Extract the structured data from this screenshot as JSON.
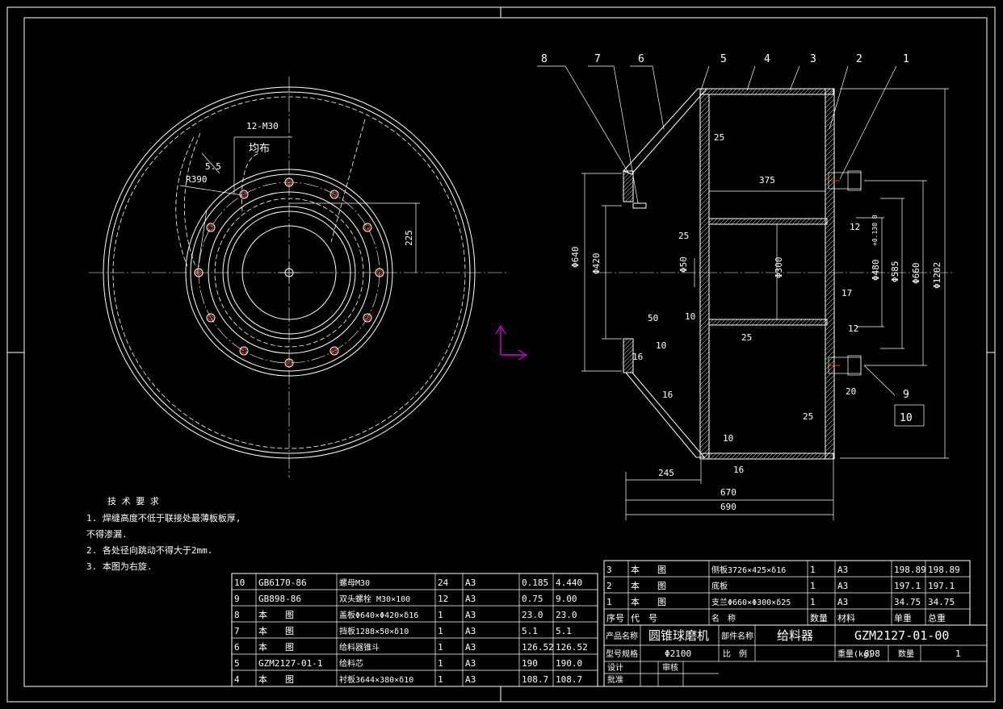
{
  "front_view": {
    "callout_holes": "12-M30",
    "callout_even": "均布",
    "radius": "R390",
    "weld": "5.5",
    "dim_225": "225"
  },
  "section_view": {
    "balloons": [
      "8",
      "7",
      "6",
      "5",
      "4",
      "3",
      "2",
      "1"
    ],
    "balloon_9": "9",
    "balloon_10": "10",
    "dims": {
      "d25a": "25",
      "d375": "375",
      "d25b": "25",
      "d50": "50",
      "d10a": "10",
      "d16a": "16",
      "d16b": "16",
      "d245": "245",
      "d670": "670",
      "d690": "690",
      "d10b": "10",
      "d16c": "16",
      "d17": "17",
      "d20": "20",
      "d25c": "25",
      "d25d": "25",
      "d10c": "10",
      "w12a": "12",
      "w12b": "12",
      "phi640": "Φ640",
      "phi420": "Φ420",
      "phi50": "Φ50",
      "phi300": "Φ300",
      "phi480": "Φ480",
      "phi480_tol": "+0.130 0",
      "phi585": "Φ585",
      "phi660": "Φ660",
      "phi1202": "Φ1202"
    }
  },
  "notes": {
    "title": "技 术 要 求",
    "line1": "1. 焊缝高度不低于联接处最薄板板厚,",
    "line1b": "   不得渗漏.",
    "line2": "2. 各处径向跳动不得大于2mm.",
    "line3": "3. 本图为右旋."
  },
  "bom_left": [
    [
      "10",
      "GB6170-86",
      "螺母M30",
      "24",
      "A3",
      "0.185",
      "4.440"
    ],
    [
      "9",
      "GB898-86",
      "双头螺栓 M30×100",
      "12",
      "A3",
      "0.75",
      "9.00"
    ],
    [
      "8",
      "本　　图",
      "盖板Φ640×Φ420×δ16",
      "1",
      "A3",
      "23.0",
      "23.0"
    ],
    [
      "7",
      "本　　图",
      "挡板1288×50×δ10",
      "1",
      "A3",
      "5.1",
      "5.1"
    ],
    [
      "6",
      "本　　图",
      "给料器锥斗",
      "1",
      "A3",
      "126.52",
      "126.52"
    ],
    [
      "5",
      "GZM2127-01-1",
      "给料芯",
      "1",
      "A3",
      "190",
      "190.0"
    ],
    [
      "4",
      "本　　图",
      "衬板3644×380×δ10",
      "1",
      "A3",
      "108.7",
      "108.7"
    ]
  ],
  "bom_right": [
    [
      "3",
      "本　　图",
      "侧板3726×425×δ16",
      "1",
      "A3",
      "198.89",
      "198.89"
    ],
    [
      "2",
      "本　　图",
      "底板",
      "1",
      "A3",
      "197.1",
      "197.1"
    ],
    [
      "1",
      "本　　图",
      "支兰Φ660×Φ300×δ25",
      "1",
      "A3",
      "34.75",
      "34.75"
    ]
  ],
  "bom_header": [
    "序号",
    "代　号",
    "名　称",
    "数量",
    "材料",
    "单重",
    "总重"
  ],
  "title_block": {
    "product_label": "产品名称",
    "product_name": "圆锥球磨机",
    "part_label": "部件名称",
    "part_name": "给料器",
    "drawing_no": "GZM2127-01-00",
    "model_label": "型号规格",
    "model": "Φ2100",
    "scale_label": "比　例",
    "weight_label": "重量(kg)",
    "weight": "898",
    "qty_label": "数量",
    "qty": "1",
    "design_label": "设计",
    "review_label": "审核",
    "approve_label": "批准"
  }
}
